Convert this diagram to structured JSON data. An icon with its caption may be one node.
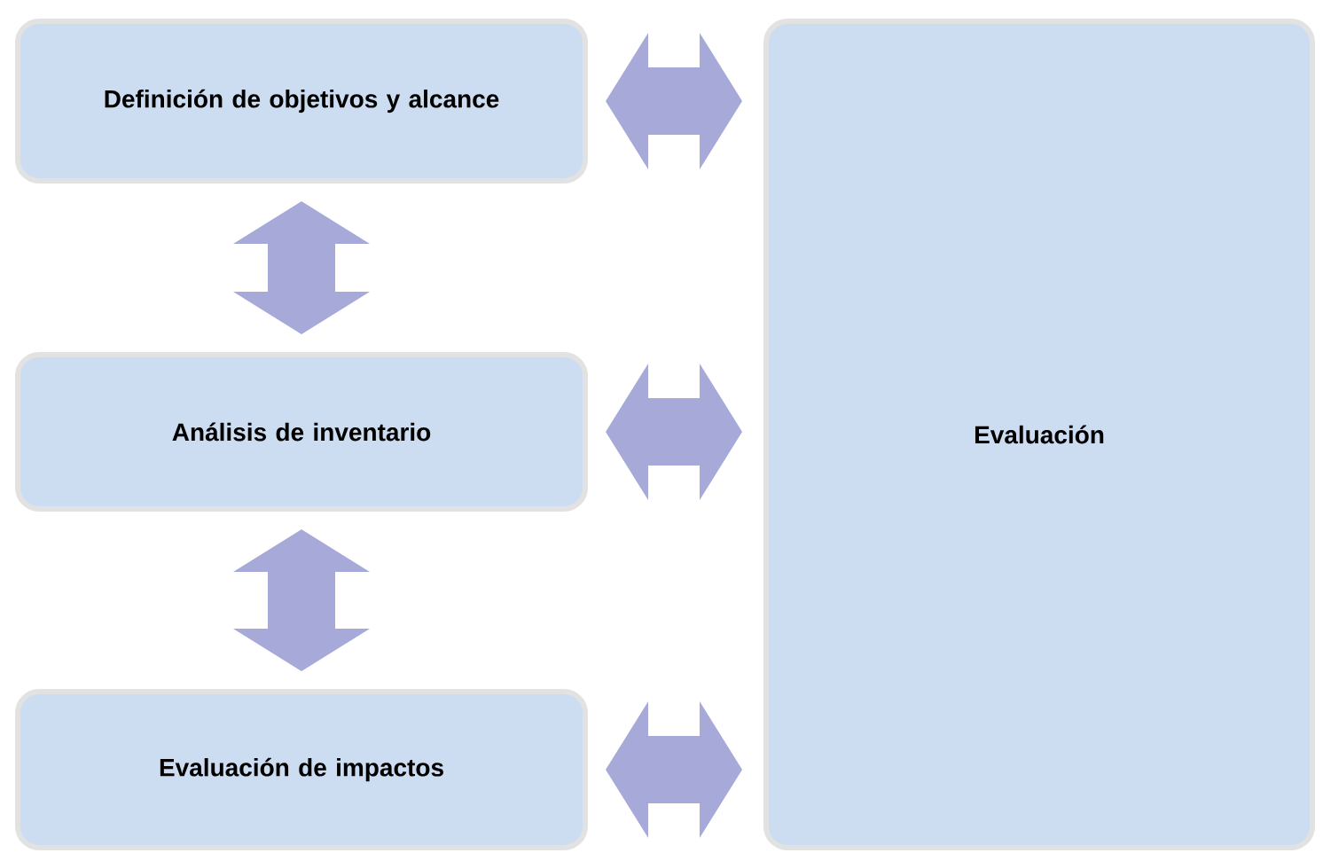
{
  "diagram": {
    "nodes": [
      {
        "text": [
          "Definición de objetivos y alcance"
        ]
      },
      {
        "text": [
          "Análisis de inventario"
        ]
      },
      {
        "text": [
          "Evaluación de impactos"
        ]
      },
      {
        "text": [
          "Evaluación"
        ]
      }
    ],
    "edges": [
      {
        "from": 0,
        "to": 3,
        "arrow": "both"
      },
      {
        "from": 1,
        "to": 3,
        "arrow": "both"
      },
      {
        "from": 2,
        "to": 3,
        "arrow": "both"
      },
      {
        "from": 0,
        "to": 1,
        "arrow": "both"
      },
      {
        "from": 1,
        "to": 2,
        "arrow": "both"
      }
    ]
  }
}
